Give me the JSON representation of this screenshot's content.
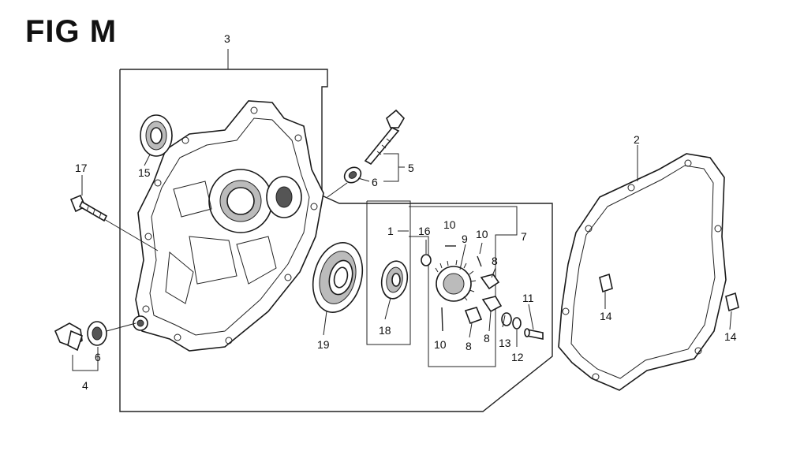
{
  "figure": {
    "title": "FIG M"
  },
  "callouts": [
    {
      "id": "c3",
      "num": "3"
    },
    {
      "id": "c2",
      "num": "2"
    },
    {
      "id": "c17",
      "num": "17"
    },
    {
      "id": "c15",
      "num": "15"
    },
    {
      "id": "c5",
      "num": "5"
    },
    {
      "id": "c6a",
      "num": "6"
    },
    {
      "id": "c1",
      "num": "1"
    },
    {
      "id": "c16",
      "num": "16"
    },
    {
      "id": "c10a",
      "num": "10"
    },
    {
      "id": "c9",
      "num": "9"
    },
    {
      "id": "c10b",
      "num": "10"
    },
    {
      "id": "c7",
      "num": "7"
    },
    {
      "id": "c8a",
      "num": "8"
    },
    {
      "id": "c11",
      "num": "11"
    },
    {
      "id": "c19",
      "num": "19"
    },
    {
      "id": "c18",
      "num": "18"
    },
    {
      "id": "c10c",
      "num": "10"
    },
    {
      "id": "c8b",
      "num": "8"
    },
    {
      "id": "c8c",
      "num": "8"
    },
    {
      "id": "c13",
      "num": "13"
    },
    {
      "id": "c12",
      "num": "12"
    },
    {
      "id": "c14a",
      "num": "14"
    },
    {
      "id": "c14b",
      "num": "14"
    },
    {
      "id": "c6b",
      "num": "6"
    },
    {
      "id": "c4",
      "num": "4"
    }
  ]
}
